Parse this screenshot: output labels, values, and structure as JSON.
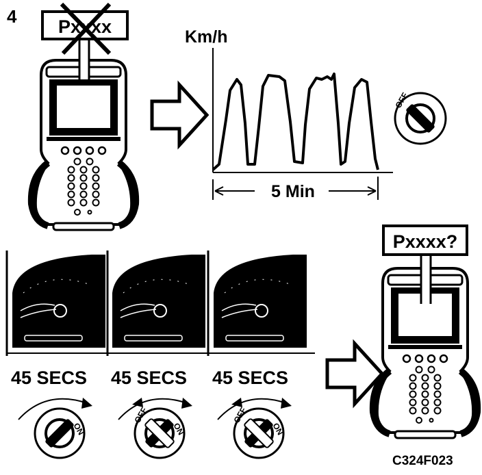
{
  "step_number": "4",
  "scanner_top": {
    "dtc_label": "Pxxxx",
    "crossed_out": true
  },
  "speed_graph": {
    "y_axis_label": "Km/h",
    "duration_label": "5 Min"
  },
  "ignition_key_right": {
    "label": "OFF",
    "position": "off"
  },
  "clusters": [
    {
      "time_label": "45 SECS",
      "key_label_on": "ON",
      "key_label_off": ""
    },
    {
      "time_label": "45 SECS",
      "key_label_on": "ON",
      "key_label_off": "OFF"
    },
    {
      "time_label": "45 SECS",
      "key_label_on": "ON",
      "key_label_off": "OFF"
    }
  ],
  "scanner_bottom": {
    "dtc_label": "Pxxxx?"
  },
  "figure_code": "C324F023",
  "colors": {
    "ink": "#000000",
    "paper": "#ffffff"
  }
}
